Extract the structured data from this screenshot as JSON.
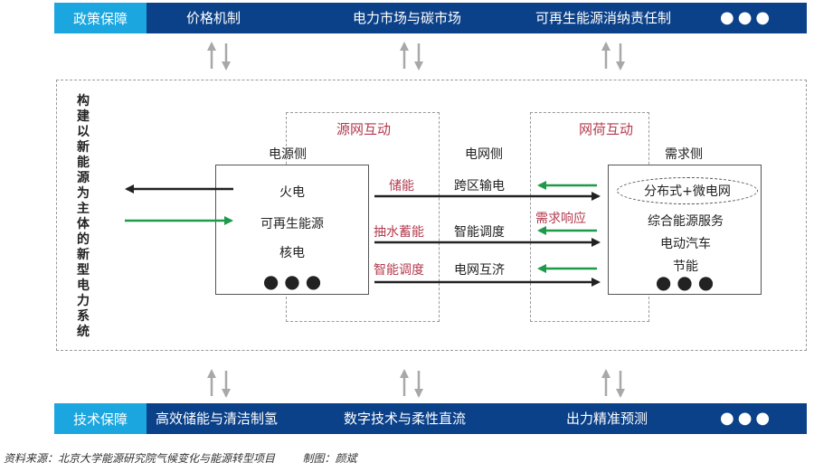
{
  "top_bar": {
    "tag": "政策保障",
    "items": [
      "价格机制",
      "电力市场与碳市场",
      "可再生能源消纳责任制"
    ],
    "dots": "●●●"
  },
  "bottom_bar": {
    "tag": "技术保障",
    "items": [
      "高效储能与清洁制氢",
      "数字技术与柔性直流",
      "出力精准预测"
    ],
    "dots": "●●●"
  },
  "side_label": "构建以新能源为主体的新型电力系统",
  "groups": {
    "source_grid": "源网互动",
    "grid_load": "网荷互动"
  },
  "columns": {
    "supply": "电源侧",
    "grid": "电网侧",
    "demand": "需求侧"
  },
  "supply_items": [
    "火电",
    "可再生能源",
    "核电"
  ],
  "supply_dots": "●●●",
  "middle_labels": [
    "储能",
    "抽水蓄能",
    "智能调度"
  ],
  "grid_items": [
    "跨区输电",
    "智能调度",
    "电网互济"
  ],
  "demand_response": "需求响应",
  "demand_oval": "分布式+微电网",
  "demand_items": [
    "综合能源服务",
    "电动汽车",
    "节能"
  ],
  "demand_dots": "●●●",
  "colors": {
    "dark_blue": "#0b4189",
    "light_blue": "#1ba6df",
    "green": "#1e9a4a",
    "red_text": "#b33a4e"
  },
  "source_note": "资料来源：北京大学能源研究院气候变化与能源转型项目        制图：颜斌"
}
